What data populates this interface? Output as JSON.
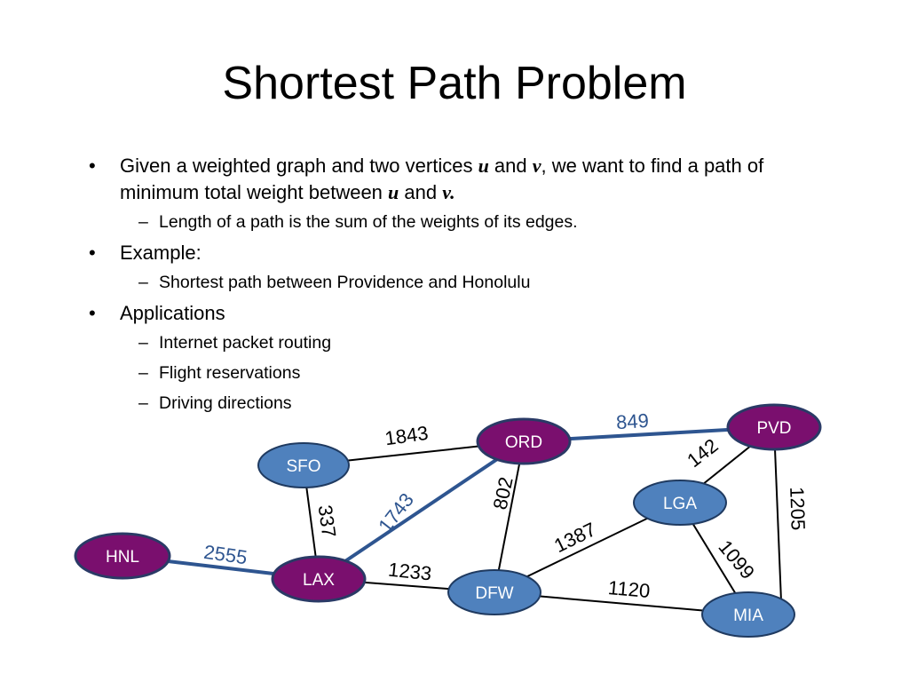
{
  "slide": {
    "title": "Shortest Path Problem",
    "bullets": {
      "b1_text1": "Given a weighted graph and two vertices ",
      "b1_var_u": "u",
      "b1_text2": " and ",
      "b1_var_v": "v",
      "b1_text3": ", we want to find a path of minimum total weight between ",
      "b1_var_u2": "u",
      "b1_text4": " and ",
      "b1_var_v2": "v.",
      "b1_sub": "Length of a path is the sum of the weights of its edges.",
      "b2": "Example:",
      "b2_sub": "Shortest path between Providence and Honolulu",
      "b3": "Applications",
      "b3_sub1": "Internet packet routing",
      "b3_sub2": "Flight reservations",
      "b3_sub3": "Driving directions",
      "bullet_mark": "•",
      "dash_mark": "–"
    }
  },
  "graph": {
    "colors": {
      "node_blue": "#4f81bd",
      "node_purple": "#7a0f6e",
      "path_edge": "#2e5590"
    },
    "nodes": {
      "sfo": "SFO",
      "ord": "ORD",
      "pvd": "PVD",
      "lga": "LGA",
      "hnl": "HNL",
      "lax": "LAX",
      "dfw": "DFW",
      "mia": "MIA"
    },
    "edges": {
      "sfo_ord": "1843",
      "ord_pvd": "849",
      "lga_pvd": "142",
      "pvd_mia": "1205",
      "sfo_lax": "337",
      "lax_ord": "1743",
      "ord_dfw": "802",
      "dfw_lga": "1387",
      "lga_mia": "1099",
      "hnl_lax": "2555",
      "lax_dfw": "1233",
      "dfw_mia": "1120"
    }
  }
}
